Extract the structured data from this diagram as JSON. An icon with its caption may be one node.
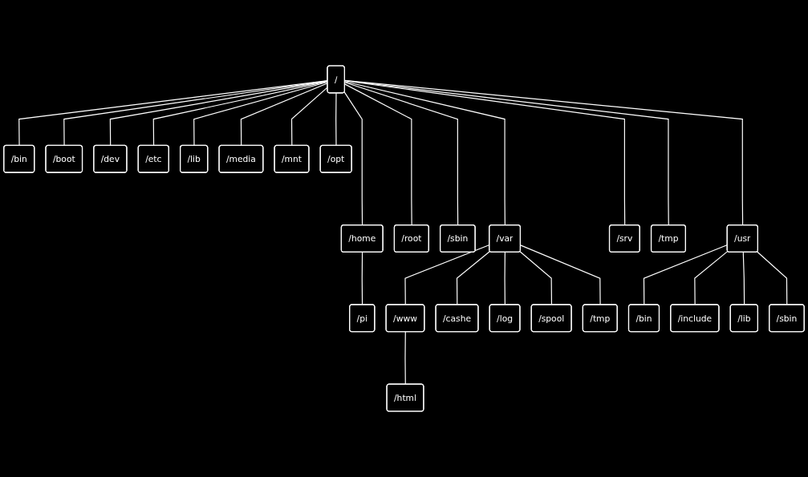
{
  "diagram": {
    "nodes": [
      {
        "text": [
          "/"
        ]
      },
      {
        "text": [
          "/bin"
        ]
      },
      {
        "text": [
          "/home"
        ]
      },
      {
        "text": [
          "/boot"
        ]
      },
      {
        "text": [
          "/root"
        ]
      },
      {
        "text": [
          "/dev"
        ]
      },
      {
        "text": [
          "/sbin"
        ]
      },
      {
        "text": [
          "/etc"
        ]
      },
      {
        "text": [
          "/var"
        ]
      },
      {
        "text": [
          "/lib"
        ]
      },
      {
        "text": [
          "/srv"
        ]
      },
      {
        "text": [
          "/media"
        ]
      },
      {
        "text": [
          "/tmp"
        ]
      },
      {
        "text": [
          "/mnt"
        ]
      },
      {
        "text": [
          "/usr"
        ]
      },
      {
        "text": [
          "/opt"
        ]
      },
      {
        "text": [
          "/pi"
        ]
      },
      {
        "text": [
          "/www"
        ]
      },
      {
        "text": [
          "/cashe"
        ]
      },
      {
        "text": [
          "/log"
        ]
      },
      {
        "text": [
          "/spool"
        ]
      },
      {
        "text": [
          "/tmp"
        ]
      },
      {
        "text": [
          "/html"
        ]
      },
      {
        "text": [
          "/bin"
        ]
      },
      {
        "text": [
          "/include"
        ]
      },
      {
        "text": [
          "/lib"
        ]
      },
      {
        "text": [
          "/sbin"
        ]
      }
    ],
    "edges": [
      {
        "from": 0,
        "to": 1,
        "arrow": "none"
      },
      {
        "from": 0,
        "to": 2,
        "arrow": "none"
      },
      {
        "from": 0,
        "to": 3,
        "arrow": "none"
      },
      {
        "from": 0,
        "to": 4,
        "arrow": "none"
      },
      {
        "from": 0,
        "to": 5,
        "arrow": "none"
      },
      {
        "from": 0,
        "to": 6,
        "arrow": "none"
      },
      {
        "from": 0,
        "to": 7,
        "arrow": "none"
      },
      {
        "from": 0,
        "to": 8,
        "arrow": "none"
      },
      {
        "from": 0,
        "to": 9,
        "arrow": "none"
      },
      {
        "from": 0,
        "to": 10,
        "arrow": "none"
      },
      {
        "from": 0,
        "to": 11,
        "arrow": "none"
      },
      {
        "from": 0,
        "to": 12,
        "arrow": "none"
      },
      {
        "from": 0,
        "to": 13,
        "arrow": "none"
      },
      {
        "from": 0,
        "to": 14,
        "arrow": "none"
      },
      {
        "from": 0,
        "to": 15,
        "arrow": "none"
      },
      {
        "from": 2,
        "to": 16,
        "arrow": "none"
      },
      {
        "from": 8,
        "to": 17,
        "arrow": "none"
      },
      {
        "from": 8,
        "to": 18,
        "arrow": "none"
      },
      {
        "from": 8,
        "to": 19,
        "arrow": "none"
      },
      {
        "from": 8,
        "to": 20,
        "arrow": "none"
      },
      {
        "from": 8,
        "to": 21,
        "arrow": "none"
      },
      {
        "from": 17,
        "to": 22,
        "arrow": "none"
      },
      {
        "from": 14,
        "to": 23,
        "arrow": "none"
      },
      {
        "from": 14,
        "to": 24,
        "arrow": "none"
      },
      {
        "from": 14,
        "to": 25,
        "arrow": "none"
      },
      {
        "from": 14,
        "to": 26,
        "arrow": "none"
      }
    ]
  }
}
